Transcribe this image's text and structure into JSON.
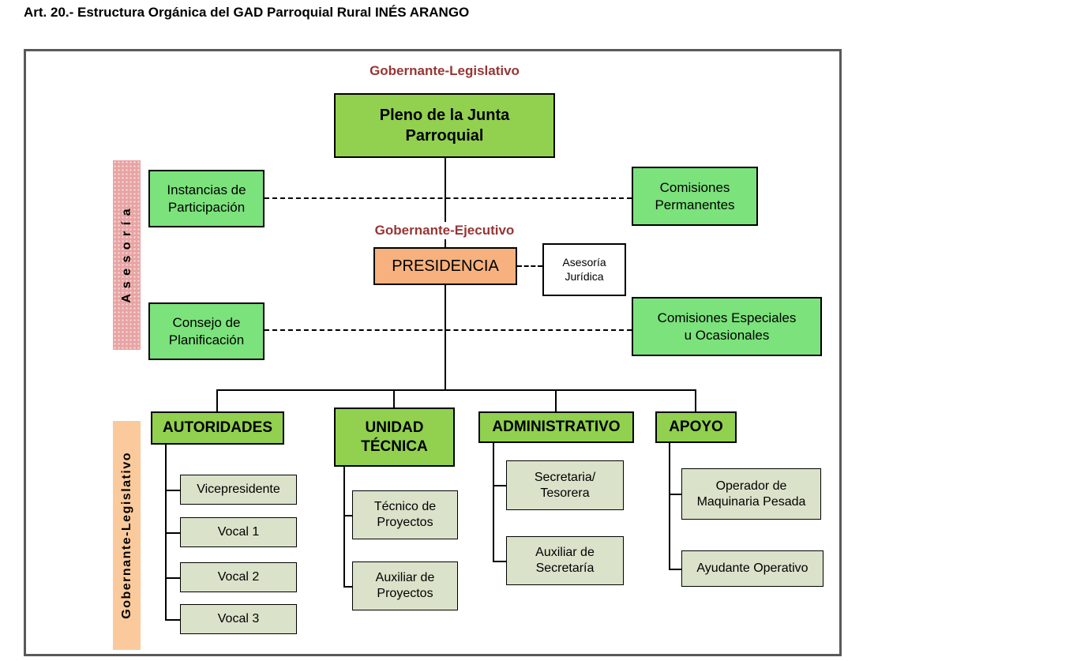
{
  "page": {
    "heading": "Art. 20.- Estructura Orgánica del GAD Parroquial Rural INÉS ARANGO"
  },
  "labels": {
    "top_section": "Gobernante-Legislativo",
    "executive_section": "Gobernante-Ejecutivo",
    "asesoria_strip": "A s e s o r í a",
    "legislativo_strip": "Gobernante-Legislativo"
  },
  "nodes": {
    "pleno": "Pleno de la Junta\nParroquial",
    "instancias_participacion": "Instancias de\nParticipación",
    "comisiones_permanentes": "Comisiones\nPermanentes",
    "presidencia": "PRESIDENCIA",
    "asesoria_juridica": "Asesoría\nJurídica",
    "consejo_planificacion": "Consejo de\nPlanificación",
    "comisiones_especiales": "Comisiones Especiales\nu Ocasionales",
    "autoridades": "AUTORIDADES",
    "unidad_tecnica": "UNIDAD\nTÉCNICA",
    "administrativo": "ADMINISTRATIVO",
    "apoyo": "APOYO",
    "vicepresidente": "Vicepresidente",
    "vocal_1": "Vocal 1",
    "vocal_2": "Vocal 2",
    "vocal_3": "Vocal 3",
    "tecnico_proyectos": "Técnico de\nProyectos",
    "auxiliar_proyectos": "Auxiliar de\nProyectos",
    "secretaria_tesorera": "Secretaria/\nTesorera",
    "auxiliar_secretaria": "Auxiliar de\nSecretaría",
    "operador_maquinaria": "Operador de\nMaquinaria Pesada",
    "ayudante_operativo": "Ayudante Operativo"
  },
  "colors": {
    "header_green": "#92d050",
    "light_green": "#7ce27c",
    "pale_green": "#dbe2ca",
    "salmon": "#f6b17e",
    "pink_strip": "#e8a3a3",
    "peach_strip": "#fbca9c",
    "section_text": "#963634",
    "line": "#000000"
  }
}
